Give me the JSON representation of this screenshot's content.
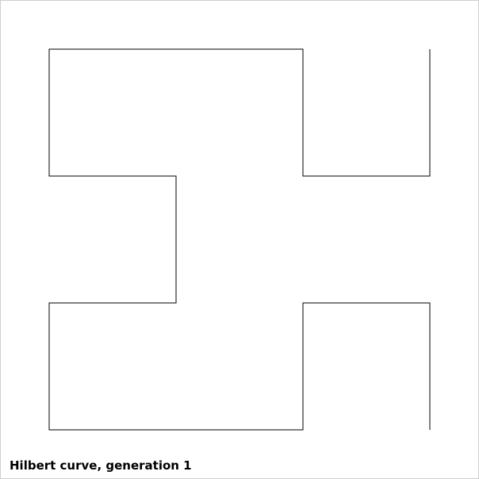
{
  "caption": "Hilbert curve, generation 1",
  "curve": {
    "name": "Hilbert curve",
    "generation": 1,
    "stroke_color": "#000000",
    "background_color": "#ffffff",
    "border_color": "#cfcfcf"
  }
}
